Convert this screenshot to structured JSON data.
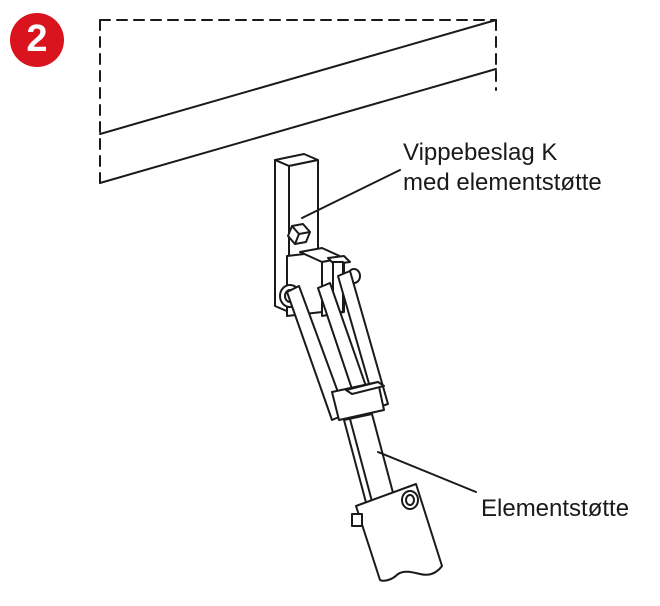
{
  "step": {
    "number": "2",
    "badge_color": "#d9141e"
  },
  "callouts": {
    "bracket_line1": "Vippebeslag K",
    "bracket_line2": "med elementstøtte",
    "support": "Elementstøtte"
  },
  "colors": {
    "line": "#1a1a1a",
    "fill": "#ffffff"
  }
}
